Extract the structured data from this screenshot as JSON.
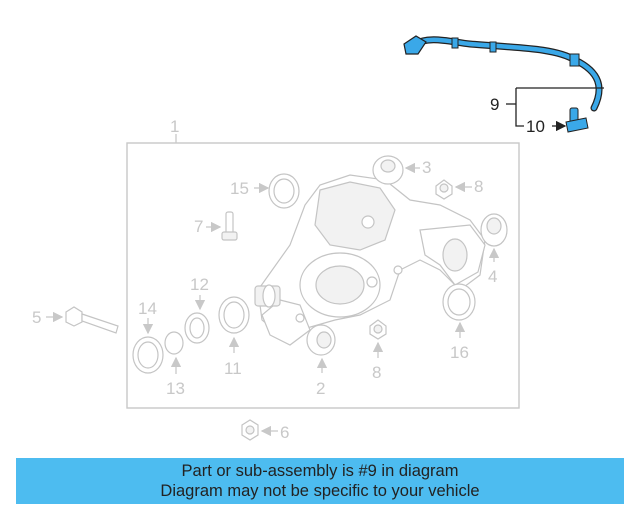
{
  "callouts": {
    "c1": "1",
    "c2": "2",
    "c3": "3",
    "c4": "4",
    "c5": "5",
    "c6": "6",
    "c7": "7",
    "c8a": "8",
    "c8b": "8",
    "c9": "9",
    "c10": "10",
    "c11": "11",
    "c12": "12",
    "c13": "13",
    "c14": "14",
    "c15": "15",
    "c16": "16"
  },
  "banner": {
    "line1": "Part or sub-assembly is #9 in diagram",
    "line2": "Diagram may not be specific to your vehicle"
  },
  "colors": {
    "banner_bg": "#4dbcf0",
    "highlight_part": "#3aa8e8",
    "outline_gray": "#c4c4c4"
  }
}
